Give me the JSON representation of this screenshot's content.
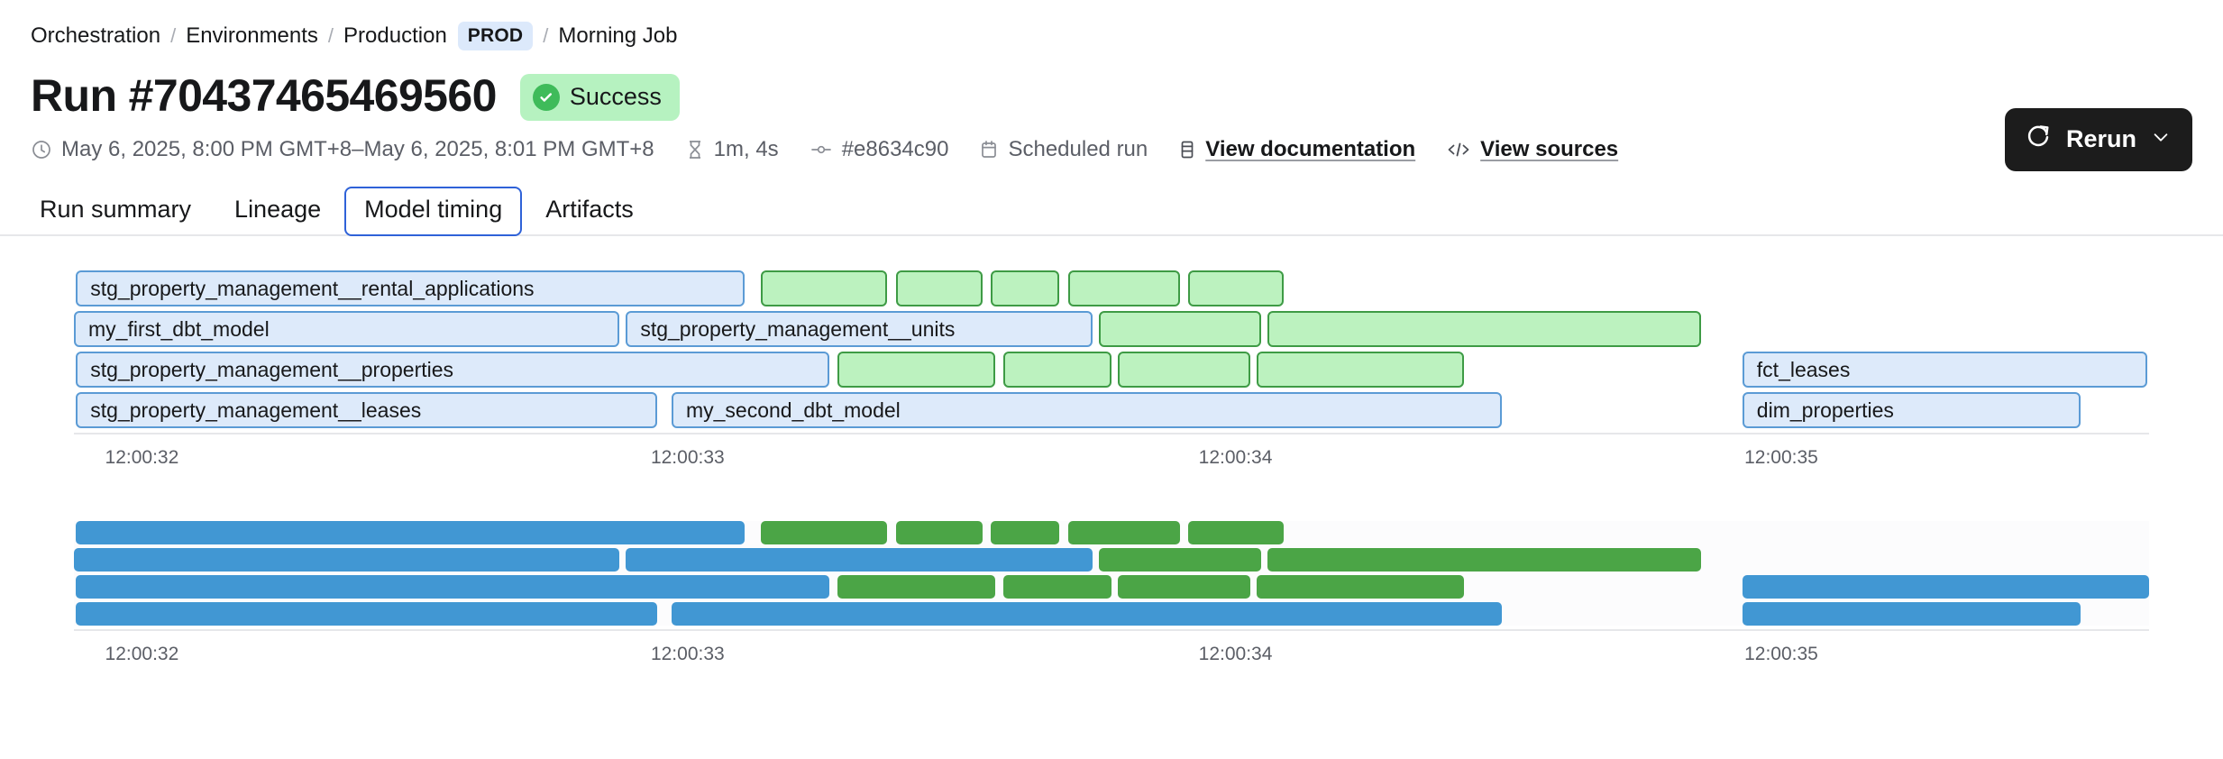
{
  "breadcrumb": {
    "items": [
      {
        "label": "Orchestration",
        "type": "link"
      },
      {
        "label": "Environments",
        "type": "link"
      },
      {
        "label": "Production",
        "type": "link"
      },
      {
        "label": "PROD",
        "type": "tag"
      },
      {
        "label": "Morning Job",
        "type": "text"
      }
    ],
    "separator": "/"
  },
  "header": {
    "title": "Run #70437465469560",
    "status": "Success",
    "status_icon": "check-circle-icon",
    "status_bg": "#b6f2c0",
    "status_accent": "#3fbb5a"
  },
  "rerun": {
    "label": "Rerun",
    "icon": "refresh-icon",
    "chevron": "chevron-down-icon",
    "bg": "#1c1c1c"
  },
  "meta": {
    "timerange": "May 6, 2025, 8:00 PM GMT+8–May 6, 2025, 8:01 PM GMT+8",
    "timerange_icon": "clock-icon",
    "duration": "1m, 4s",
    "duration_icon": "hourglass-icon",
    "commit": "#e8634c90",
    "commit_icon": "git-commit-icon",
    "trigger": "Scheduled run",
    "trigger_icon": "calendar-icon",
    "docs_link": "View documentation",
    "docs_icon": "book-icon",
    "sources_link": "View sources",
    "sources_icon": "code-icon"
  },
  "tabs": [
    {
      "label": "Run summary",
      "active": false
    },
    {
      "label": "Lineage",
      "active": false
    },
    {
      "label": "Model timing",
      "active": true
    },
    {
      "label": "Artifacts",
      "active": false
    }
  ],
  "chart_data": [
    {
      "type": "bar",
      "name": "model-timing-gantt-labeled",
      "title": "",
      "style": "pale",
      "orientation": "horizontal",
      "xlabel": "",
      "ylabel": "",
      "axis_ticks": [
        "12:00:32",
        "12:00:33",
        "12:00:34",
        "12:00:35"
      ],
      "axis_tick_positions_pct": [
        1.5,
        27.8,
        54.2,
        80.5
      ],
      "colors": {
        "blue_fill": "#ddeafa",
        "blue_border": "#5b9bd5",
        "green_fill": "#bcf2bf",
        "green_border": "#3e9b45"
      },
      "rows": [
        {
          "index": 0,
          "bars": [
            {
              "label": "stg_property_management__rental_applications",
              "color": "blue",
              "start_pct": 0.1,
              "width_pct": 32.2
            },
            {
              "label": "",
              "color": "green",
              "start_pct": 33.1,
              "width_pct": 6.1
            },
            {
              "label": "",
              "color": "green",
              "start_pct": 39.6,
              "width_pct": 4.2
            },
            {
              "label": "",
              "color": "green",
              "start_pct": 44.2,
              "width_pct": 3.3
            },
            {
              "label": "",
              "color": "green",
              "start_pct": 47.9,
              "width_pct": 5.4
            },
            {
              "label": "",
              "color": "green",
              "start_pct": 53.7,
              "width_pct": 4.6
            }
          ]
        },
        {
          "index": 1,
          "bars": [
            {
              "label": "my_first_dbt_model",
              "color": "blue",
              "start_pct": 0.0,
              "width_pct": 26.3
            },
            {
              "label": "stg_property_management__units",
              "color": "blue",
              "start_pct": 26.6,
              "width_pct": 22.5
            },
            {
              "label": "",
              "color": "green",
              "start_pct": 49.4,
              "width_pct": 7.8
            },
            {
              "label": "",
              "color": "green",
              "start_pct": 57.5,
              "width_pct": 20.9
            }
          ]
        },
        {
          "index": 2,
          "bars": [
            {
              "label": "stg_property_management__properties",
              "color": "blue",
              "start_pct": 0.1,
              "width_pct": 36.3
            },
            {
              "label": "",
              "color": "green",
              "start_pct": 36.8,
              "width_pct": 7.6
            },
            {
              "label": "",
              "color": "green",
              "start_pct": 44.8,
              "width_pct": 5.2
            },
            {
              "label": "",
              "color": "green",
              "start_pct": 50.3,
              "width_pct": 6.4
            },
            {
              "label": "",
              "color": "green",
              "start_pct": 57.0,
              "width_pct": 10.0
            },
            {
              "label": "fct_leases",
              "color": "blue",
              "start_pct": 80.4,
              "width_pct": 19.5
            }
          ]
        },
        {
          "index": 3,
          "bars": [
            {
              "label": "stg_property_management__leases",
              "color": "blue",
              "start_pct": 0.1,
              "width_pct": 28.0
            },
            {
              "label": "my_second_dbt_model",
              "color": "blue",
              "start_pct": 28.8,
              "width_pct": 40.0
            },
            {
              "label": "dim_properties",
              "color": "blue",
              "start_pct": 80.4,
              "width_pct": 16.3
            }
          ]
        }
      ]
    },
    {
      "type": "bar",
      "name": "model-timing-gantt-solid",
      "title": "",
      "style": "solid",
      "orientation": "horizontal",
      "xlabel": "",
      "ylabel": "",
      "axis_ticks": [
        "12:00:32",
        "12:00:33",
        "12:00:34",
        "12:00:35"
      ],
      "axis_tick_positions_pct": [
        1.5,
        27.8,
        54.2,
        80.5
      ],
      "colors": {
        "blue": "#4197d3",
        "green": "#4ba546"
      },
      "rows": [
        {
          "index": 0,
          "bars": [
            {
              "color": "blue",
              "start_pct": 0.1,
              "width_pct": 32.2
            },
            {
              "color": "green",
              "start_pct": 33.1,
              "width_pct": 6.1
            },
            {
              "color": "green",
              "start_pct": 39.6,
              "width_pct": 4.2
            },
            {
              "color": "green",
              "start_pct": 44.2,
              "width_pct": 3.3
            },
            {
              "color": "green",
              "start_pct": 47.9,
              "width_pct": 5.4
            },
            {
              "color": "green",
              "start_pct": 53.7,
              "width_pct": 4.6
            }
          ]
        },
        {
          "index": 1,
          "bars": [
            {
              "color": "blue",
              "start_pct": 0.0,
              "width_pct": 26.3
            },
            {
              "color": "blue",
              "start_pct": 26.6,
              "width_pct": 22.5
            },
            {
              "color": "green",
              "start_pct": 49.4,
              "width_pct": 7.8
            },
            {
              "color": "green",
              "start_pct": 57.5,
              "width_pct": 20.9
            }
          ]
        },
        {
          "index": 2,
          "bars": [
            {
              "color": "blue",
              "start_pct": 0.1,
              "width_pct": 36.3
            },
            {
              "color": "green",
              "start_pct": 36.8,
              "width_pct": 7.6
            },
            {
              "color": "green",
              "start_pct": 44.8,
              "width_pct": 5.2
            },
            {
              "color": "green",
              "start_pct": 50.3,
              "width_pct": 6.4
            },
            {
              "color": "green",
              "start_pct": 57.0,
              "width_pct": 10.0
            },
            {
              "color": "blue",
              "start_pct": 80.4,
              "width_pct": 19.6
            }
          ]
        },
        {
          "index": 3,
          "bars": [
            {
              "color": "blue",
              "start_pct": 0.1,
              "width_pct": 28.0
            },
            {
              "color": "blue",
              "start_pct": 28.8,
              "width_pct": 40.0
            },
            {
              "color": "blue",
              "start_pct": 80.4,
              "width_pct": 16.3
            }
          ]
        }
      ]
    }
  ]
}
